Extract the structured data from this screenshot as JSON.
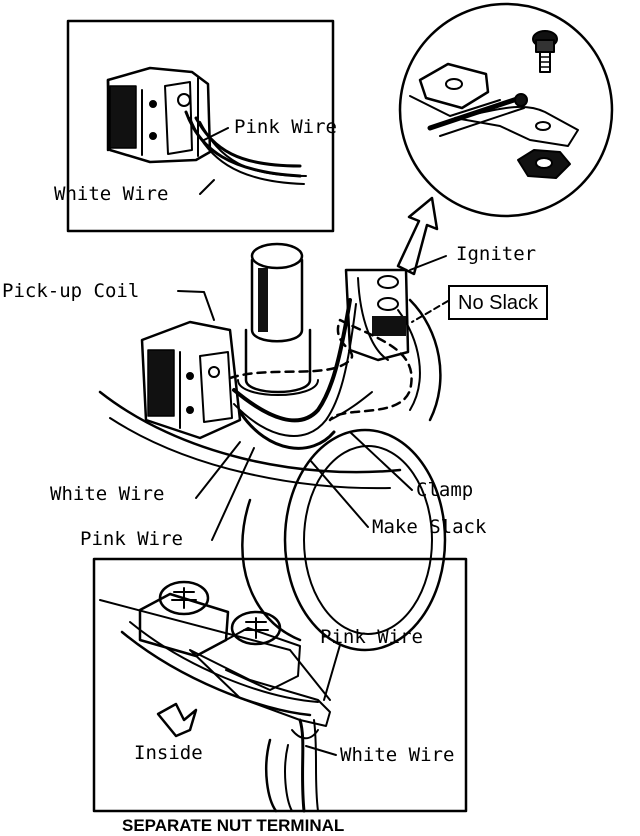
{
  "inset_top_left": {
    "pink_wire": "Pink Wire",
    "white_wire": "White Wire"
  },
  "main": {
    "igniter": "Igniter",
    "no_slack": "No Slack",
    "pickup_coil": "Pick-up Coil",
    "white_wire": "White Wire",
    "clamp": "Clamp",
    "pink_wire": "Pink Wire",
    "make_slack": "Make Slack"
  },
  "inset_bottom": {
    "pink_wire": "Pink Wire",
    "inside": "Inside",
    "white_wire": "White Wire",
    "caption": "SEPARATE NUT TERMINAL"
  }
}
